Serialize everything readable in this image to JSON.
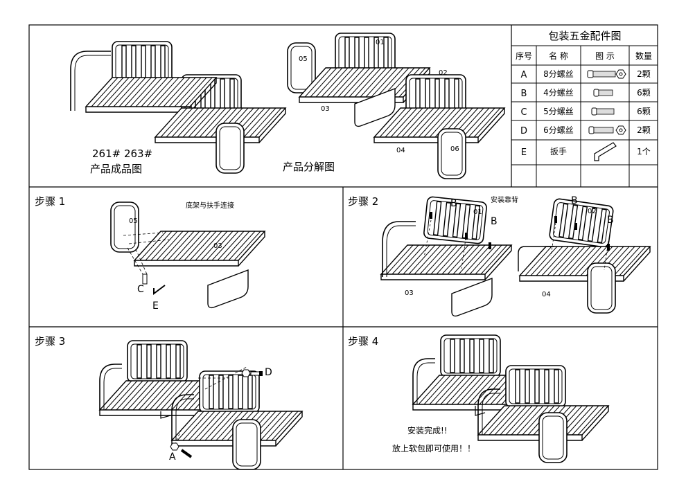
{
  "overview": {
    "model_numbers": "261# 263#",
    "assembled_caption": "产品成品图",
    "exploded_caption": "产品分解图",
    "parts": [
      "01",
      "02",
      "03",
      "04",
      "05",
      "06"
    ]
  },
  "hardware_table": {
    "title": "包装五金配件图",
    "headers": [
      "序号",
      "名  称",
      "图  示",
      "数量"
    ],
    "rows": [
      {
        "id": "A",
        "name": "8分螺丝",
        "icon": "long-bolt-with-nut-icon",
        "qty": "2颗"
      },
      {
        "id": "B",
        "name": "4分螺丝",
        "icon": "short-bolt-icon",
        "qty": "6颗"
      },
      {
        "id": "C",
        "name": "5分螺丝",
        "icon": "medium-bolt-icon",
        "qty": "6颗"
      },
      {
        "id": "D",
        "name": "6分螺丝",
        "icon": "bolt-with-nut-icon",
        "qty": "2颗"
      },
      {
        "id": "E",
        "name": "扳手",
        "icon": "allen-wrench-icon",
        "qty": "1个"
      }
    ]
  },
  "step1": {
    "title": "步骤  1",
    "caption": "底架与扶手连接",
    "part_armrest": "05",
    "part_frame": "03",
    "label_c": "C",
    "label_e": "E"
  },
  "step2": {
    "title": "步骤  2",
    "caption": "安装靠背",
    "part_back_left": "01",
    "part_back_right": "02",
    "part_frame_left": "03",
    "part_frame_right": "04",
    "label_b": "B"
  },
  "step3": {
    "title": "步骤  3",
    "label_d": "D",
    "label_a": "A"
  },
  "step4": {
    "title": "步骤  4",
    "done_line1": "安装完成!!",
    "done_line2": "放上软包即可使用！！"
  }
}
